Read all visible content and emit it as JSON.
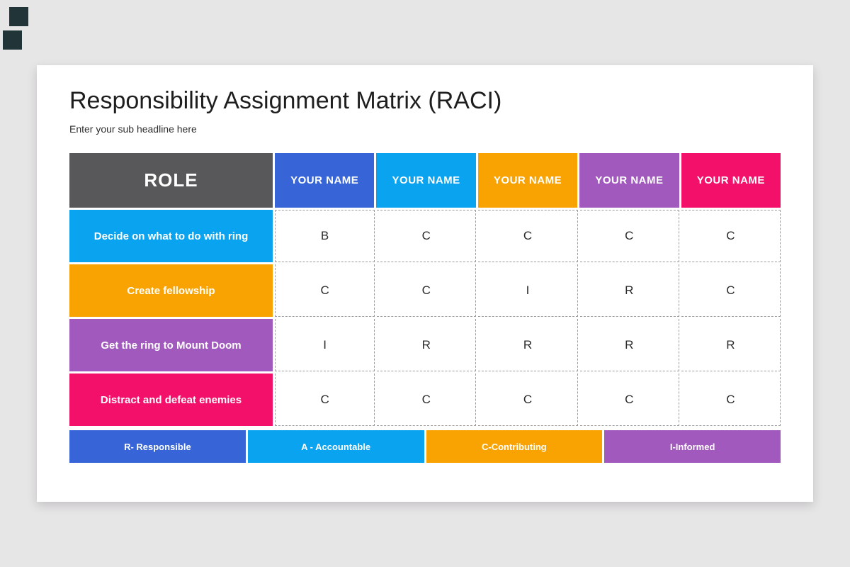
{
  "page": {
    "background": "#e7e6e7"
  },
  "decor": {
    "corner_color": "#213437"
  },
  "slide": {
    "title": "Responsibility Assignment Matrix (RACI)",
    "subtitle": "Enter your sub headline here"
  },
  "table": {
    "role_header": "ROLE",
    "header_bg": "#58585a",
    "dashed_border_color": "#9b9b9b",
    "columns": [
      {
        "label": "YOUR NAME",
        "color": "#3765d8"
      },
      {
        "label": "YOUR NAME",
        "color": "#09a3f0"
      },
      {
        "label": "YOUR NAME",
        "color": "#f9a303"
      },
      {
        "label": "YOUR NAME",
        "color": "#a259bd"
      },
      {
        "label": "YOUR NAME",
        "color": "#f3106b"
      }
    ],
    "rows": [
      {
        "label": "Decide on what to do with ring",
        "color": "#09a3f0",
        "cells": [
          "B",
          "C",
          "C",
          "C",
          "C"
        ]
      },
      {
        "label": "Create fellowship",
        "color": "#f9a303",
        "cells": [
          "C",
          "C",
          "I",
          "R",
          "C"
        ]
      },
      {
        "label": "Get the ring to Mount Doom",
        "color": "#a259bd",
        "cells": [
          "I",
          "R",
          "R",
          "R",
          "R"
        ]
      },
      {
        "label": "Distract and defeat enemies",
        "color": "#f3106b",
        "cells": [
          "C",
          "C",
          "C",
          "C",
          "C"
        ]
      }
    ]
  },
  "legend": [
    {
      "label": "R- Responsible",
      "color": "#3765d8"
    },
    {
      "label": "A - Accountable",
      "color": "#09a3f0"
    },
    {
      "label": "C-Contributing",
      "color": "#f9a303"
    },
    {
      "label": "I-Informed",
      "color": "#a259bd"
    }
  ]
}
